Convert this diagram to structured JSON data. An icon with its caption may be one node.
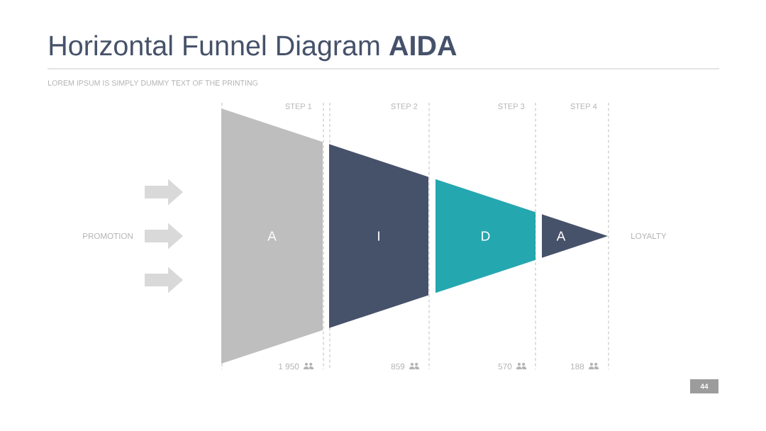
{
  "diagram": {
    "title": "Horizontal Funnel Diagram **AIDA**",
    "nodes": [
      {
        "text": [
          "A"
        ]
      },
      {
        "text": [
          "I"
        ]
      },
      {
        "text": [
          "D"
        ]
      },
      {
        "text": [
          "A"
        ]
      }
    ],
    "labels": [
      "LOREM IPSUM IS SIMPLY DUMMY TEXT OF THE PRINTING",
      "STEP 1",
      "STEP 2",
      "STEP 3",
      "STEP 4",
      "PROMOTION",
      "LOYALTY",
      "1 950",
      "859",
      "570",
      "188",
      "44"
    ]
  }
}
